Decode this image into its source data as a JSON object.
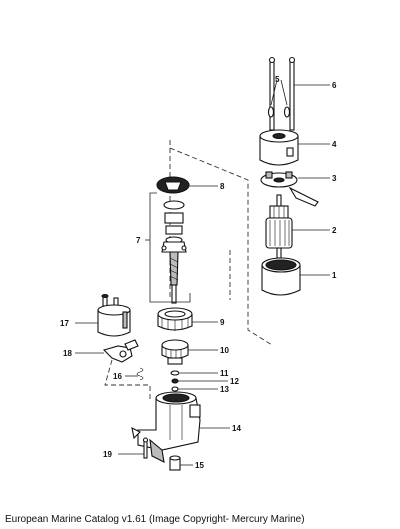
{
  "caption": "European Marine Catalog v1.61 (Image Copyright- Mercury Marine)",
  "callouts": {
    "c1": "1",
    "c2": "2",
    "c3": "3",
    "c4": "4",
    "c5": "5",
    "c6": "6",
    "c7": "7",
    "c8": "8",
    "c9": "9",
    "c10": "10",
    "c11": "11",
    "c12": "12",
    "c13": "13",
    "c14": "14",
    "c15": "15",
    "c16": "16",
    "c17": "17",
    "c18": "18",
    "c19": "19"
  }
}
